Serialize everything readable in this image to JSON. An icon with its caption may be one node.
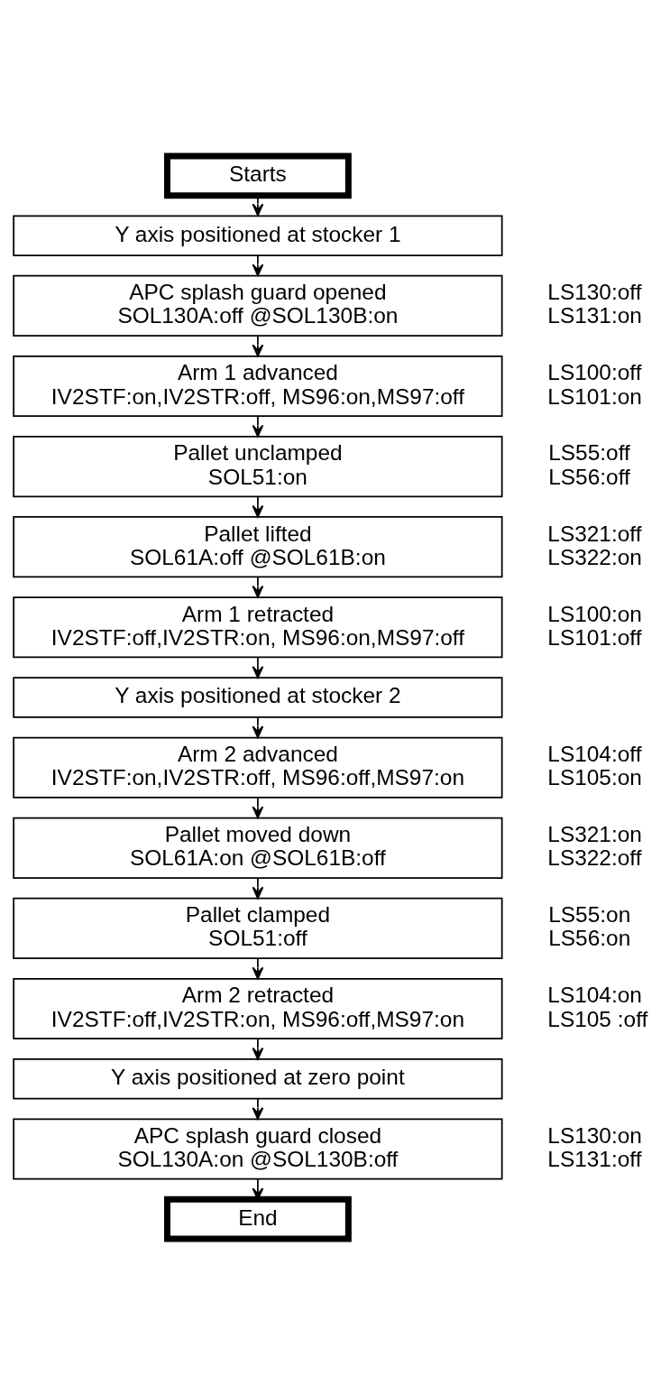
{
  "diagram": {
    "nodes": [
      {
        "text": [
          "Starts"
        ]
      },
      {
        "text": [
          "Y axis positioned at stocker 1"
        ]
      },
      {
        "text": [
          "APC splash guard opened",
          "SOL130A:off @SOL130B:on"
        ],
        "beside": [
          "LS130:off",
          "LS131:on"
        ]
      },
      {
        "text": [
          "Arm 1 advanced",
          "IV2STF:on,IV2STR:off, MS96:on,MS97:off"
        ],
        "beside": [
          "LS100:off",
          "LS101:on"
        ]
      },
      {
        "text": [
          "Pallet unclamped",
          "SOL51:on"
        ],
        "beside": [
          "LS55:off",
          "LS56:off"
        ]
      },
      {
        "text": [
          "Pallet lifted",
          "SOL61A:off @SOL61B:on"
        ],
        "beside": [
          "LS321:off",
          "LS322:on"
        ]
      },
      {
        "text": [
          "Arm 1 retracted",
          "IV2STF:off,IV2STR:on, MS96:on,MS97:off"
        ],
        "beside": [
          "LS100:on",
          "LS101:off"
        ]
      },
      {
        "text": [
          "Y axis positioned at stocker 2"
        ]
      },
      {
        "text": [
          "Arm 2 advanced",
          "IV2STF:on,IV2STR:off, MS96:off,MS97:on"
        ],
        "beside": [
          "LS104:off",
          "LS105:on"
        ]
      },
      {
        "text": [
          "Pallet moved down",
          "SOL61A:on @SOL61B:off"
        ],
        "beside": [
          "LS321:on",
          "LS322:off"
        ]
      },
      {
        "text": [
          "Pallet clamped",
          "SOL51:off"
        ],
        "beside": [
          "LS55:on",
          "LS56:on"
        ]
      },
      {
        "text": [
          "Arm 2 retracted",
          "IV2STF:off,IV2STR:on, MS96:off,MS97:on"
        ],
        "beside": [
          "LS104:on",
          "LS105 :off"
        ]
      },
      {
        "text": [
          "Y axis positioned at zero point"
        ]
      },
      {
        "text": [
          "APC splash guard closed",
          "SOL130A:on @SOL130B:off"
        ],
        "beside": [
          "LS130:on",
          "LS131:off"
        ]
      },
      {
        "text": [
          "End"
        ]
      }
    ],
    "edges": [
      {
        "from": 0,
        "to": 1,
        "arrow": "to"
      },
      {
        "from": 1,
        "to": 2,
        "arrow": "to"
      },
      {
        "from": 2,
        "to": 3,
        "arrow": "to"
      },
      {
        "from": 3,
        "to": 4,
        "arrow": "to"
      },
      {
        "from": 4,
        "to": 5,
        "arrow": "to"
      },
      {
        "from": 5,
        "to": 6,
        "arrow": "to"
      },
      {
        "from": 6,
        "to": 7,
        "arrow": "to"
      },
      {
        "from": 7,
        "to": 8,
        "arrow": "to"
      },
      {
        "from": 8,
        "to": 9,
        "arrow": "to"
      },
      {
        "from": 9,
        "to": 10,
        "arrow": "to"
      },
      {
        "from": 10,
        "to": 11,
        "arrow": "to"
      },
      {
        "from": 11,
        "to": 12,
        "arrow": "to"
      },
      {
        "from": 12,
        "to": 13,
        "arrow": "to"
      },
      {
        "from": 13,
        "to": 14,
        "arrow": "to"
      }
    ]
  }
}
